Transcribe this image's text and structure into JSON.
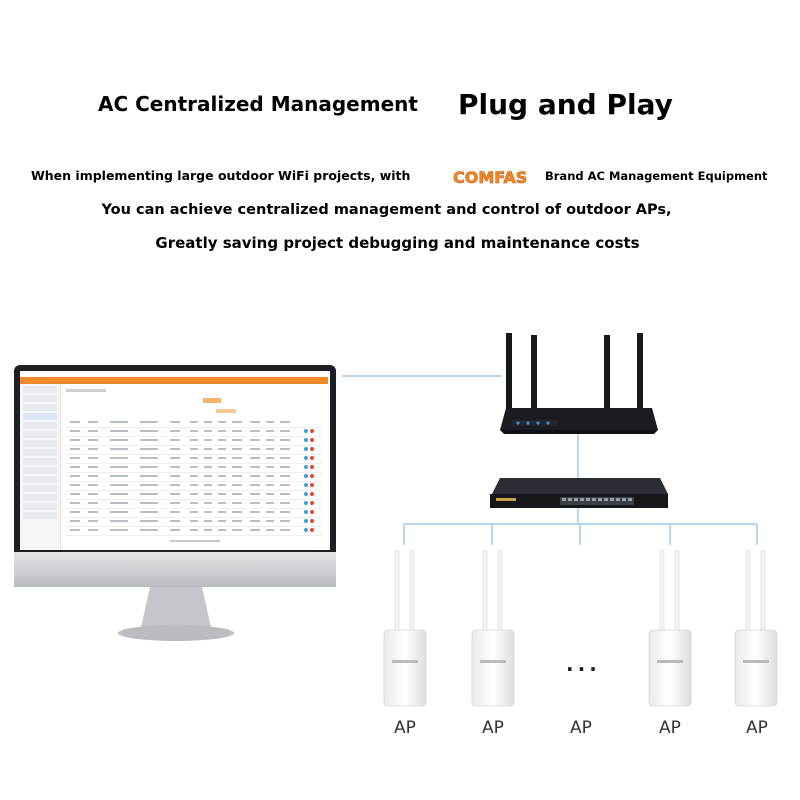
{
  "header": {
    "title_left": "AC Centralized Management",
    "title_right": "Plug and Play"
  },
  "body": {
    "line1": "When implementing large outdoor WiFi projects, with",
    "brand": "COMFAS",
    "line1_suffix": "Brand AC Management Equipment",
    "line2": "You can achieve centralized management and control of outdoor APs,",
    "line3": "Greatly saving project debugging and maintenance costs"
  },
  "diagram": {
    "ap_labels": [
      "AP",
      "AP",
      "AP",
      "AP",
      "AP"
    ],
    "ellipsis": "...",
    "colors": {
      "brand_orange": "#f08a2a",
      "connector_blue": "#9cc7e6",
      "router_dark": "#1a1c22",
      "led_blue": "#3b8fd6"
    }
  }
}
